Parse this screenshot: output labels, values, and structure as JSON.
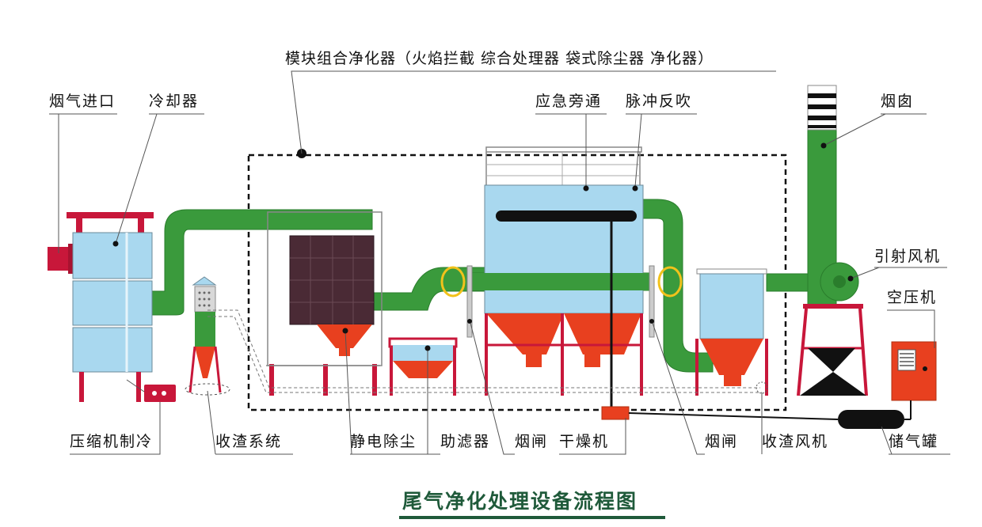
{
  "title": "尾气净化处理设备流程图",
  "module_label": "模块组合净化器（火焰拦截 综合处理器 袋式除尘器 净化器）",
  "labels": {
    "flue_inlet": "烟气进口",
    "cooler": "冷却器",
    "emergency_bypass": "应急旁通",
    "pulse_blowback": "脉冲反吹",
    "chimney": "烟囱",
    "induced_fan": "引射风机",
    "air_compressor": "空压机",
    "compressor_refrigeration": "压缩机制冷",
    "slag_system": "收渣系统",
    "electrostatic": "静电除尘",
    "filter_aid": "助滤器",
    "damper_left": "烟闸",
    "dryer": "干燥机",
    "damper_right": "烟闸",
    "slag_fan": "收渣风机",
    "gas_tank": "储气罐"
  },
  "colors": {
    "pipe_green": "#3a9a3c",
    "tank_blue": "#a9d8ef",
    "hopper_red": "#e8401f",
    "flange_crimson": "#c8173a",
    "precipitator_purple": "#4a2a35",
    "flange_yellow": "#f2c21b",
    "title_green": "#1f5a3a"
  },
  "icons": {
    "fan": "fan-icon",
    "compressor": "compressor-icon",
    "tank": "gas-tank-icon"
  }
}
